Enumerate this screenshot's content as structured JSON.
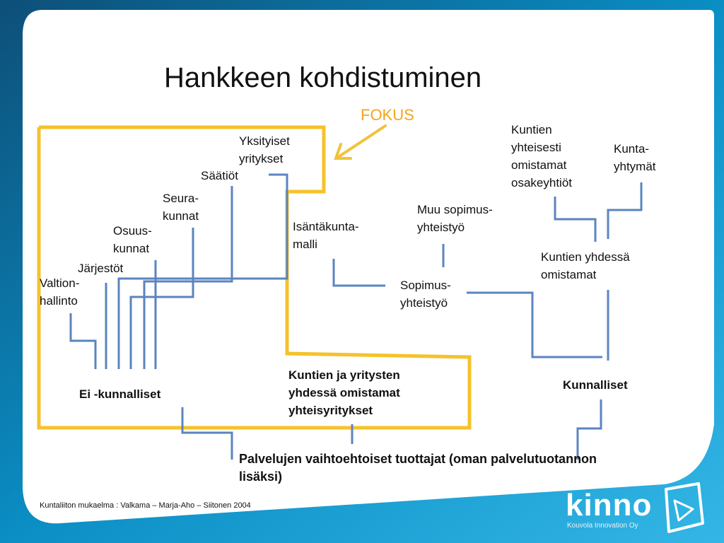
{
  "slide": {
    "title": "Hankkeen kohdistuminen",
    "focus_label": "FOKUS",
    "nodes": {
      "yksityiset": "Yksityiset\nyritykset",
      "saatiot": "Säätiöt",
      "seurakunnat": "Seura-\nkunnat",
      "osuuskunnat": "Osuus-\nkunnat",
      "jarjestot": "Järjestöt",
      "valtionhallinto": "Valtion-\nhallinto",
      "isantakunta": "Isäntäkunta-\nmalli",
      "muu_sopimus": "Muu sopimus-\nyhteistyö",
      "kuntien_yhteisesti": "Kuntien\nyhteisesti\nomistamat\nosakeyhtiöt",
      "kuntayhtymat": "Kunta-\nyhtymät",
      "kuntien_yhdessa": "Kuntien yhdessä\nomistamat",
      "sopimusyhteistyo": "Sopimus-\nyhteistyö",
      "ei_kunnalliset": "Ei -kunnalliset",
      "kuntien_ja_yritysten": "Kuntien ja yritysten\nyhdessä omistamat\nyhteisyritykset",
      "kunnalliset": "Kunnalliset",
      "palvelujen": "Palvelujen vaihtoehtoiset tuottajat (oman palvelutuotannon\nlisäksi)"
    },
    "credit": "Kuntaliiton mukaelma : Valkama – Marja-Aho – Siitonen 2004"
  },
  "logo": {
    "name": "kinno",
    "tagline": "Kouvola Innovation Oy"
  },
  "colors": {
    "background_blue": "#0a8ec4",
    "connector_blue": "#5b84bf",
    "focus_yellow": "#f5c22b",
    "arrow_yellow": "#f2c23a",
    "panel_white": "#ffffff"
  }
}
